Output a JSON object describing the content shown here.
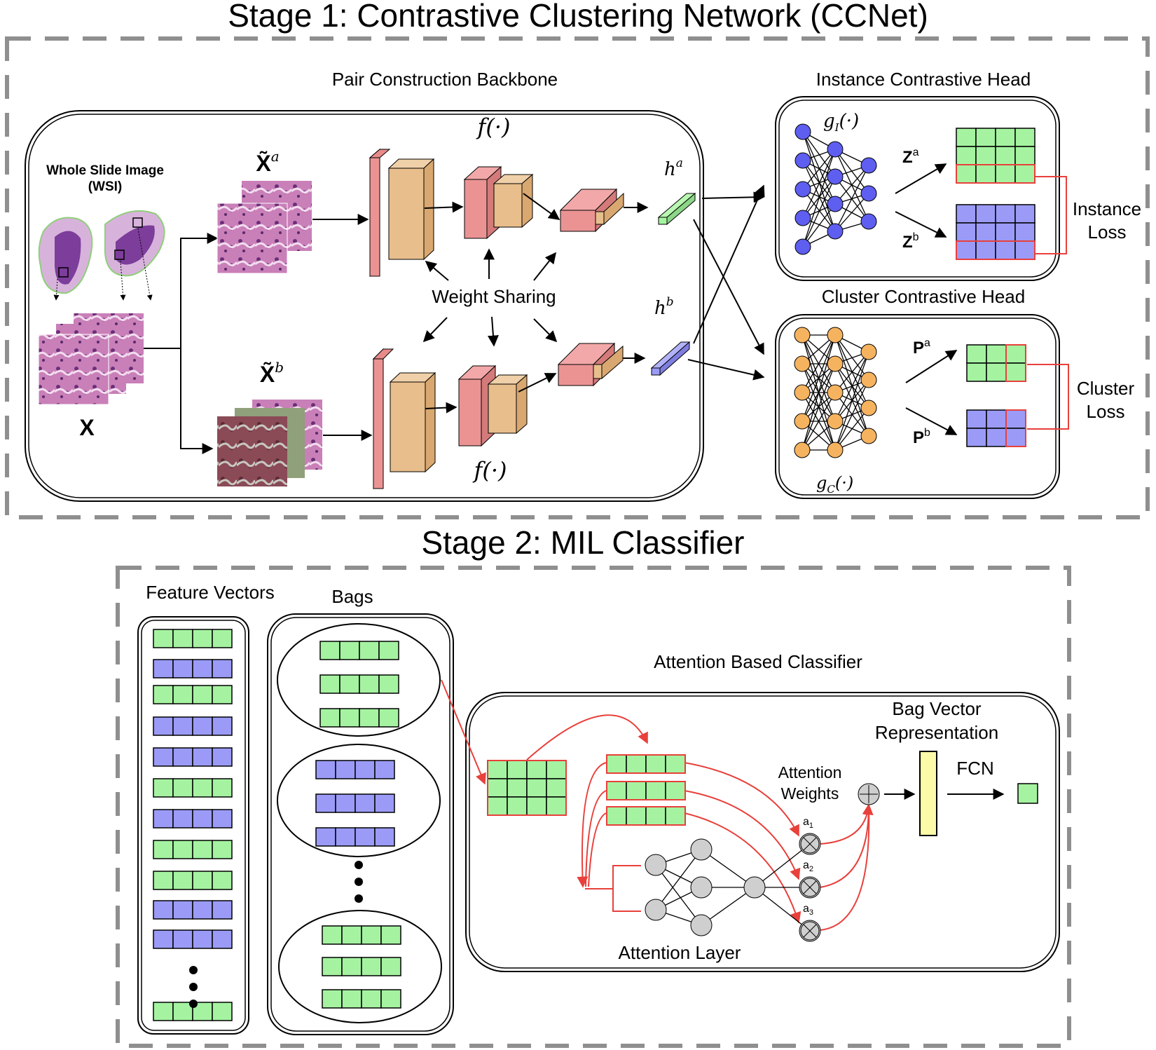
{
  "stage1": {
    "title": "Stage 1: Contrastive Clustering Network (CCNet)",
    "backbone_title": "Pair Construction Backbone",
    "wsi_line1": "Whole Slide Image",
    "wsi_line2": "(WSI)",
    "x_label": "X",
    "xa_label": "X̃",
    "xa_sup": "a",
    "xb_label": "X̃",
    "xb_sup": "b",
    "f_top": "f(·)",
    "f_bottom": "f(·)",
    "weight_sharing": "Weight Sharing",
    "ha_label": "h",
    "ha_sup": "a",
    "hb_label": "h",
    "hb_sup": "b",
    "instance_head_title": "Instance Contrastive Head",
    "gi_label": "g",
    "gi_sub": "I",
    "gi_tail": "(·)",
    "za_label": "Z",
    "za_sup": "a",
    "zb_label": "Z",
    "zb_sup": "b",
    "instance_loss_line1": "Instance",
    "instance_loss_line2": "Loss",
    "cluster_head_title": "Cluster Contrastive Head",
    "gc_label": "g",
    "gc_sub": "C",
    "gc_tail": "(·)",
    "pa_label": "P",
    "pa_sup": "a",
    "pb_label": "P",
    "pb_sup": "b",
    "cluster_loss_line1": "Cluster",
    "cluster_loss_line2": "Loss"
  },
  "stage2": {
    "title": "Stage 2: MIL Classifier",
    "feature_vectors": "Feature Vectors",
    "bags": "Bags",
    "attention_classifier": "Attention Based Classifier",
    "bag_vector_line1": "Bag Vector",
    "bag_vector_line2": "Representation",
    "attention_weights_line1": "Attention",
    "attention_weights_line2": "Weights",
    "fcn": "FCN",
    "attention_layer": "Attention Layer",
    "a1": "a",
    "a1_sub": "1",
    "a2": "a",
    "a2_sub": "2",
    "a3": "a",
    "a3_sub": "3"
  },
  "colors": {
    "green": "#a5f3a1",
    "blue": "#9b9bf7",
    "red": "#e8403b",
    "node_blue": "#5e5ef0",
    "node_orange": "#f6b35f",
    "node_gray": "#cfcfcf",
    "block_red": "#eb9393",
    "block_tan": "#e8be8c",
    "bag_vector": "#fbfba8",
    "dash_gray": "#8f8f8f"
  },
  "icons": [
    "whole-slide-image",
    "patch-stack",
    "cnn-block",
    "neural-network",
    "sum-node-icon",
    "multiply-node-icon",
    "dots-icon"
  ]
}
